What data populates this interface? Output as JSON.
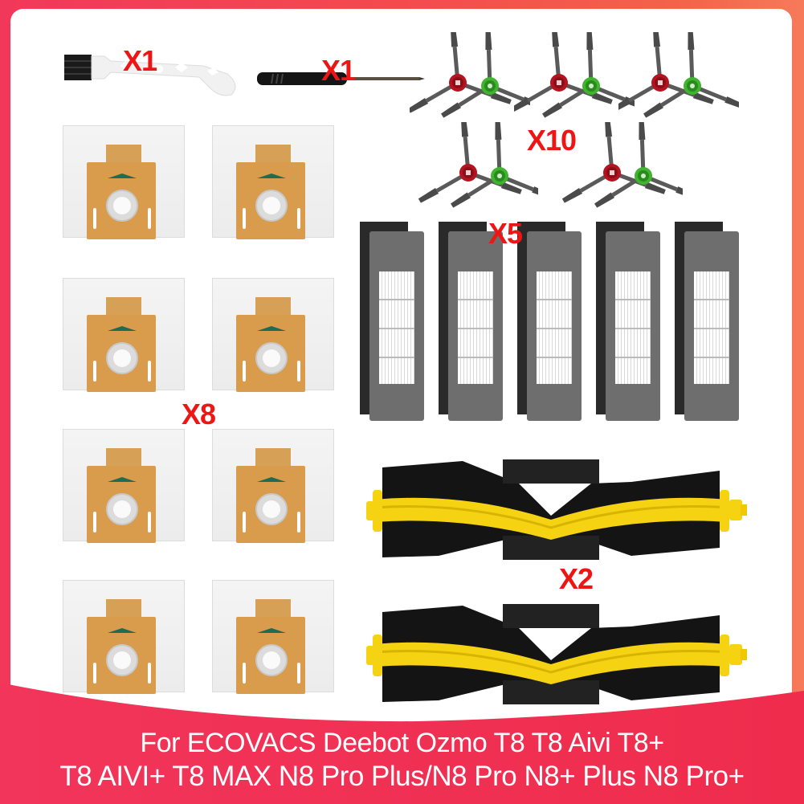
{
  "product": {
    "title_line1": "For ECOVACS Deebot Ozmo T8 T8 Aivi T8+",
    "title_line2": "T8 AIVI+ T8 MAX N8 Pro Plus/N8 Pro N8+ Plus N8 Pro+"
  },
  "items": [
    {
      "name": "cleaning-brush",
      "quantity": "X1"
    },
    {
      "name": "screwdriver",
      "quantity": "X1"
    },
    {
      "name": "side-brushes",
      "quantity": "X10"
    },
    {
      "name": "hepa-filters",
      "quantity": "X5"
    },
    {
      "name": "dust-bags",
      "quantity": "X8"
    },
    {
      "name": "main-rolling-brushes",
      "quantity": "X2"
    }
  ],
  "colors": {
    "background": "#f2385a",
    "quantity_text": "#ee1515",
    "caption_text": "#ffffff",
    "side_brush_red": "#b3141f",
    "side_brush_green": "#3fb52e",
    "main_brush_yellow": "#f5d312",
    "dust_bag_orange": "#d99c4c"
  }
}
